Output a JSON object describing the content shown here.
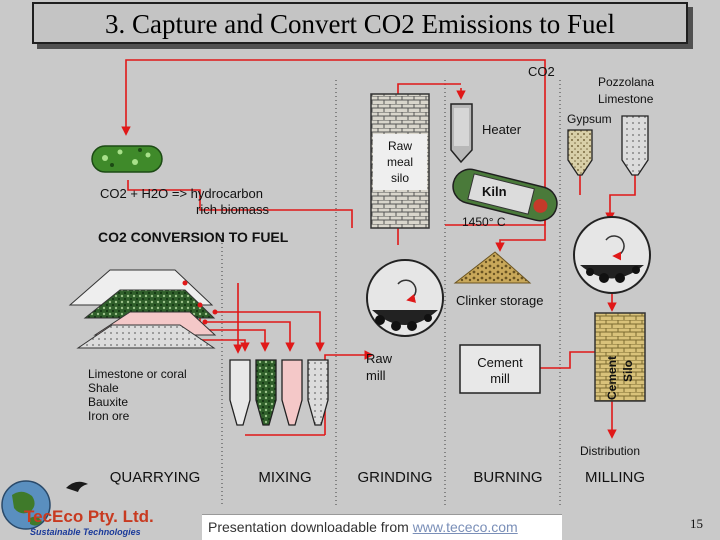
{
  "slide": {
    "title": "3. Capture and Convert CO2 Emissions to Fuel",
    "page_number": "15"
  },
  "footer": {
    "prefix": "Presentation downloadable from ",
    "link_text": "www.tececo.com"
  },
  "logo": {
    "company": "TecEco Pty. Ltd.",
    "tagline": "Sustainable Technologies"
  },
  "diagram": {
    "labels": {
      "co2_top": "CO2",
      "pozzolana": "Pozzolana",
      "limestone_top": "Limestone",
      "gypsum": "Gypsum",
      "heater": "Heater",
      "raw_meal_1": "Raw",
      "raw_meal_2": "meal",
      "raw_meal_3": "silo",
      "kiln": "Kiln",
      "kiln_temp": "1450° C",
      "reaction_1": "CO2 + H2O => hydrocarbon",
      "reaction_2": "rich biomass",
      "conversion": "CO2 CONVERSION TO FUEL",
      "clinker_storage": "Clinker storage",
      "raw_mill_1": "Raw",
      "raw_mill_2": "mill",
      "cement_mill_1": "Cement",
      "cement_mill_2": "mill",
      "cement_silo_1": "Cement",
      "cement_silo_2": "Silo",
      "materials_1": "Limestone or coral",
      "materials_2": "Shale",
      "materials_3": "Bauxite",
      "materials_4": "Iron ore",
      "distribution": "Distribution"
    },
    "stages": [
      "QUARRYING",
      "MIXING",
      "GRINDING",
      "BURNING",
      "MILLING"
    ],
    "colors": {
      "flow_arrow": "#e01818",
      "background": "#c9c9c9",
      "algae": "#3f8a2a",
      "kiln_body": "#4a7a3a"
    }
  }
}
